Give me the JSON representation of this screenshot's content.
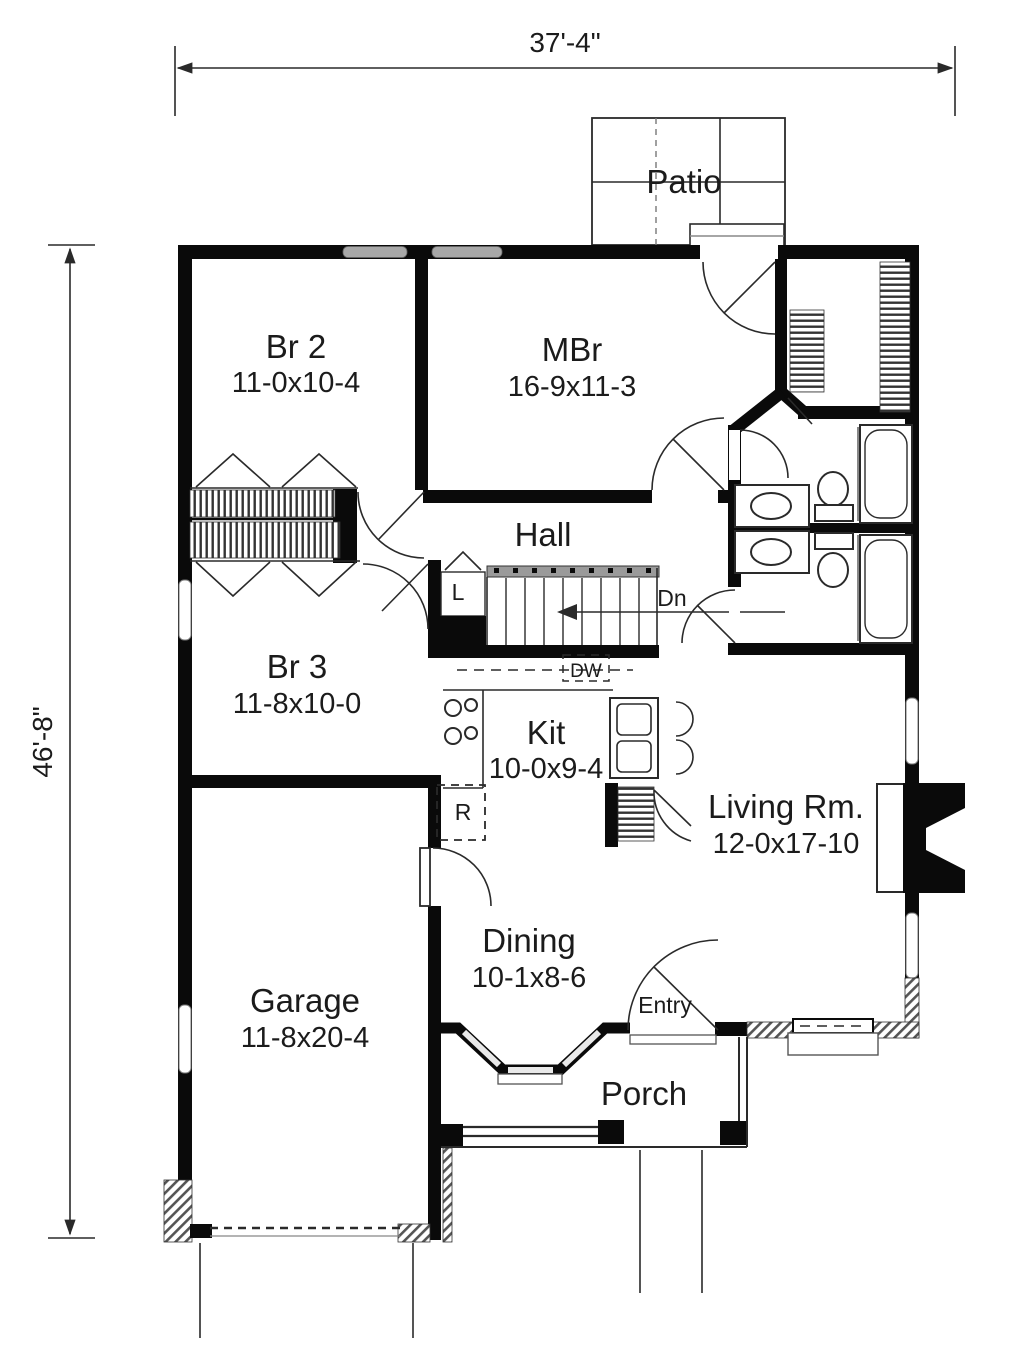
{
  "plan": {
    "overall_width": "37'-4\"",
    "overall_height": "46'-8\"",
    "rooms": {
      "patio": {
        "name": "Patio"
      },
      "br2": {
        "name": "Br 2",
        "size": "11-0x10-4"
      },
      "mbr": {
        "name": "MBr",
        "size": "16-9x11-3"
      },
      "hall": {
        "name": "Hall"
      },
      "br3": {
        "name": "Br 3",
        "size": "11-8x10-0"
      },
      "kitchen": {
        "name": "Kit",
        "size": "10-0x9-4"
      },
      "living": {
        "name": "Living Rm.",
        "size": "12-0x17-10"
      },
      "dining": {
        "name": "Dining",
        "size": "10-1x8-6"
      },
      "garage": {
        "name": "Garage",
        "size": "11-8x20-4"
      },
      "entry": {
        "name": "Entry"
      },
      "porch": {
        "name": "Porch"
      }
    },
    "annotations": {
      "stairs_down": "Dn",
      "dishwasher": "DW",
      "linen_closet": "L",
      "refrigerator": "R"
    },
    "colors": {
      "walls": "#0a0a0a",
      "lines": "#2a2a2a",
      "window_fill": "#a8a8a8",
      "stair_rail": "#9a9a9a",
      "background": "#ffffff"
    }
  }
}
